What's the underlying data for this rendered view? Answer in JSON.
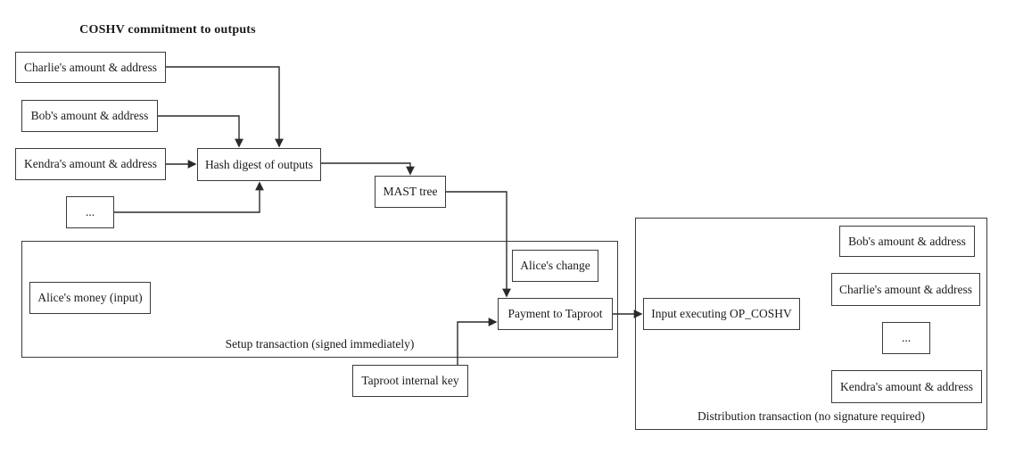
{
  "diagram": {
    "title": "COSHV commitment to outputs",
    "nodes": {
      "charlie_top": "Charlie's amount & address",
      "bob_top": "Bob's amount & address",
      "kendra_top": "Kendra's amount & address",
      "ellipsis_top": "...",
      "hash_digest": "Hash digest of outputs",
      "mast_tree": "MAST tree",
      "alices_change": "Alice's change",
      "alices_money": "Alice's money (input)",
      "payment_taproot": "Payment to Taproot",
      "taproot_internal_key": "Taproot internal key",
      "input_op_coshv": "Input executing OP_COSHV",
      "bob_right": "Bob's amount & address",
      "charlie_right": "Charlie's amount & address",
      "ellipsis_right": "...",
      "kendra_right": "Kendra's amount & address"
    },
    "containers": {
      "setup": "Setup transaction (signed immediately)",
      "distribution": "Distribution transaction (no signature required)"
    },
    "colors": {
      "line": "#2a2a2a",
      "border": "#3b3b3b",
      "text": "#1a1a1a",
      "background": "#ffffff"
    }
  }
}
